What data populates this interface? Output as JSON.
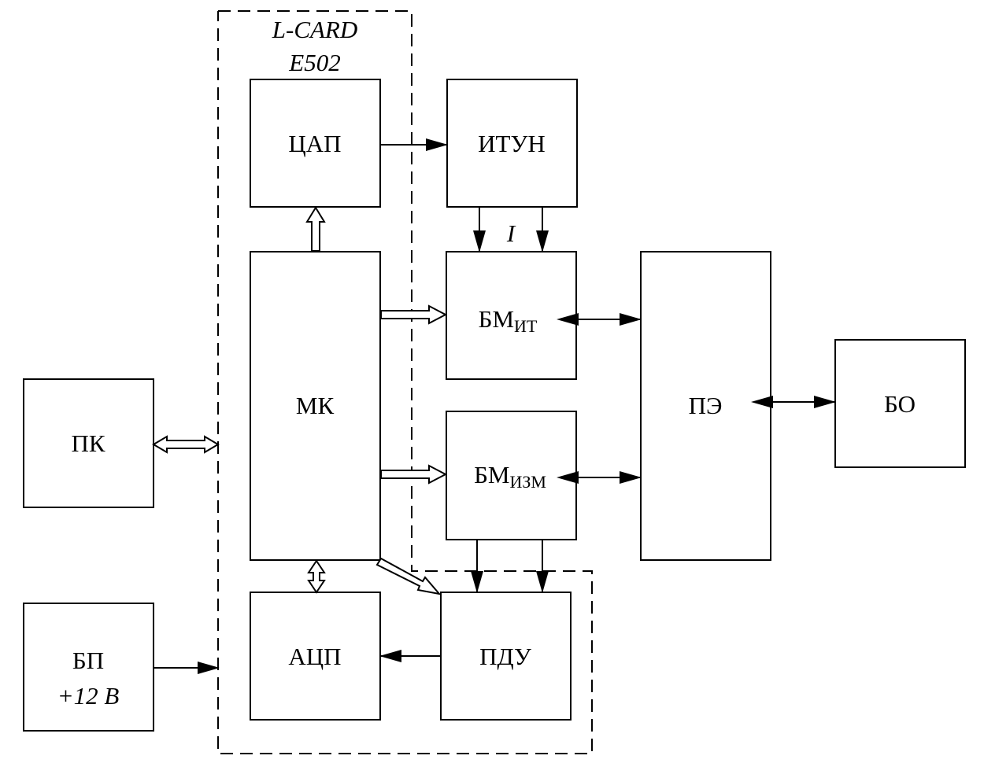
{
  "lcard": {
    "line1": "L-CARD",
    "line2": "E502"
  },
  "blocks": {
    "dac": "ЦАП",
    "itun": "ИТУН",
    "mk": "МК",
    "bm_it_main": "БМ",
    "bm_it_sub": "ИТ",
    "bm_izm_main": "БМ",
    "bm_izm_sub": "ИЗМ",
    "pe": "ПЭ",
    "bo": "БО",
    "pk": "ПК",
    "bp_line1": "БП",
    "bp_line2": "+12 В",
    "adc": "АЦП",
    "pdu": "ПДУ"
  },
  "current_label": "I"
}
